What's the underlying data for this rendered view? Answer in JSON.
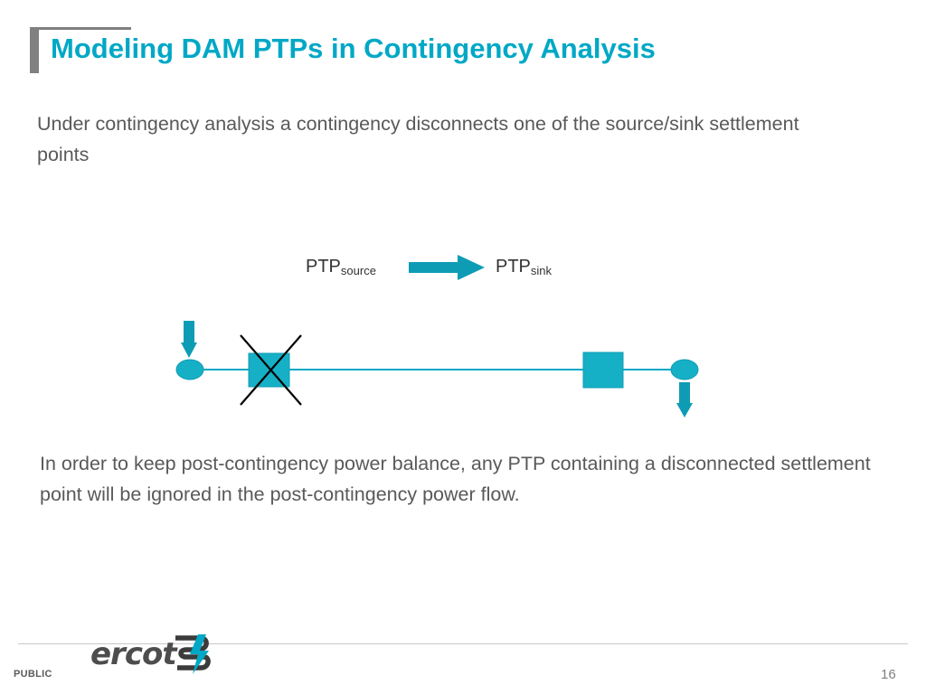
{
  "slide": {
    "title": "Modeling DAM PTPs in Contingency Analysis",
    "intro_text": "Under contingency analysis a contingency disconnects one of the source/sink settlement points",
    "conclusion_text": "In order to keep post-contingency power balance, any PTP containing a disconnected settlement point will be ignored in the post-contingency power flow.",
    "page_number": "16",
    "classification": "PUBLIC",
    "logo_text": "ercot",
    "colors": {
      "accent": "#00a8c6",
      "title": "#00a8c6",
      "body_text": "#595959",
      "title_bar": "#808080",
      "diagram_line": "#00a8c6",
      "outage_cross": "#000000"
    }
  },
  "diagram": {
    "source_label_main": "PTP",
    "source_label_sub": "source",
    "sink_label_main": "PTP",
    "sink_label_sub": "sink",
    "nodes": [
      {
        "name": "source-settlement-point",
        "shape": "ellipse"
      },
      {
        "name": "disconnected-bus",
        "shape": "square-crossed"
      },
      {
        "name": "sink-bus",
        "shape": "square"
      },
      {
        "name": "sink-settlement-point",
        "shape": "ellipse"
      }
    ]
  }
}
